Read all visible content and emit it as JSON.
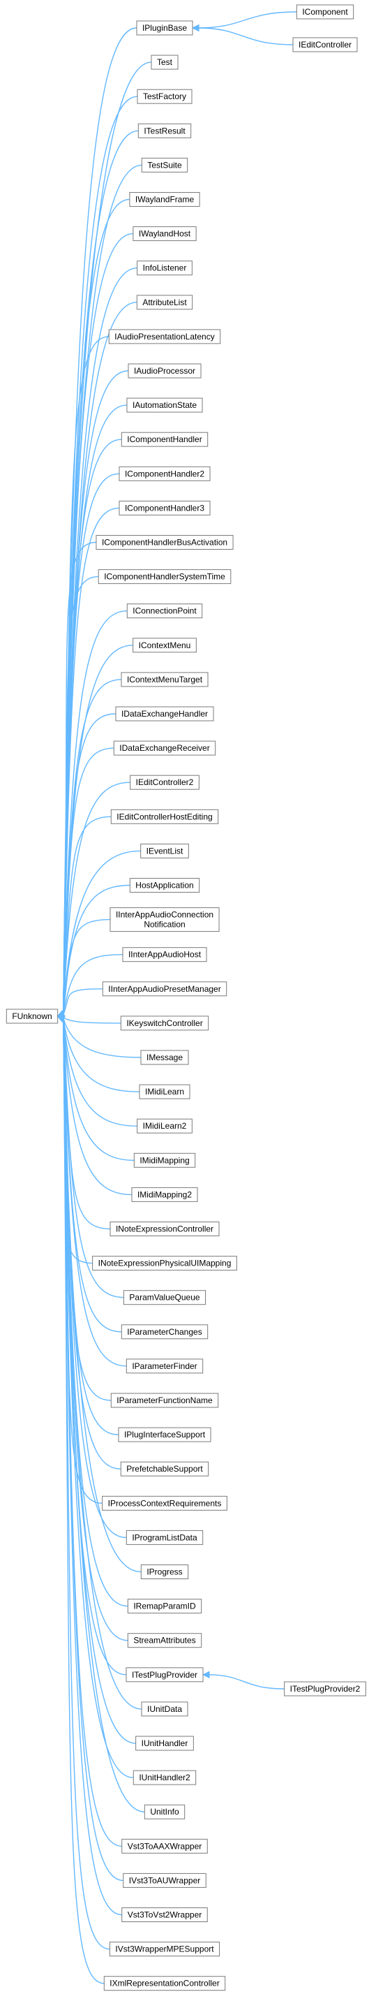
{
  "diagram": {
    "type": "inheritance-graph",
    "root": "FUnknown",
    "colors": {
      "edge": "#63b8ff",
      "node_border": "#7a7a7a",
      "node_fill": "#ffffff",
      "text": "#000000"
    },
    "children_of_root": [
      "IPluginBase",
      "Test",
      "TestFactory",
      "ITestResult",
      "TestSuite",
      "IWaylandFrame",
      "IWaylandHost",
      "InfoListener",
      "AttributeList",
      "IAudioPresentationLatency",
      "IAudioProcessor",
      "IAutomationState",
      "IComponentHandler",
      "IComponentHandler2",
      "IComponentHandler3",
      "IComponentHandlerBusActivation",
      "IComponentHandlerSystemTime",
      "IConnectionPoint",
      "IContextMenu",
      "IContextMenuTarget",
      "IDataExchangeHandler",
      "IDataExchangeReceiver",
      "IEditController2",
      "IEditControllerHostEditing",
      "IEventList",
      "HostApplication",
      [
        "IInterAppAudioConnection",
        "Notification"
      ],
      "IInterAppAudioHost",
      "IInterAppAudioPresetManager",
      "IKeyswitchController",
      "IMessage",
      "IMidiLearn",
      "IMidiLearn2",
      "IMidiMapping",
      "IMidiMapping2",
      "INoteExpressionController",
      "INoteExpressionPhysicalUIMapping",
      "ParamValueQueue",
      "IParameterChanges",
      "IParameterFinder",
      "IParameterFunctionName",
      "IPlugInterfaceSupport",
      "PrefetchableSupport",
      "IProcessContextRequirements",
      "IProgramListData",
      "IProgress",
      "IRemapParamID",
      "StreamAttributes",
      "ITestPlugProvider",
      "IUnitData",
      "IUnitHandler",
      "IUnitHandler2",
      "UnitInfo",
      "Vst3ToAAXWrapper",
      "IVst3ToAUWrapper",
      "Vst3ToVst2Wrapper",
      "IVst3WrapperMPESupport",
      "IXmlRepresentationController"
    ],
    "grandchildren": [
      {
        "parent": "IPluginBase",
        "child": "IComponent"
      },
      {
        "parent": "IPluginBase",
        "child": "IEditController"
      },
      {
        "parent": "ITestPlugProvider",
        "child": "ITestPlugProvider2"
      }
    ]
  }
}
